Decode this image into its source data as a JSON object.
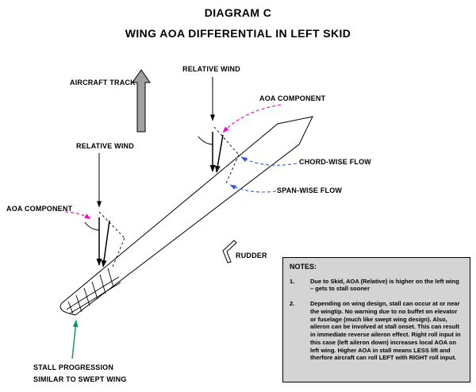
{
  "title": {
    "line1": "DIAGRAM C",
    "line2": "WING AOA DIFFERENTIAL IN LEFT SKID"
  },
  "labels": {
    "aircraft_track": "AIRCRAFT TRACK",
    "relative_wind_top": "RELATIVE WIND",
    "relative_wind_left": "RELATIVE WIND",
    "aoa_component_right": "AOA COMPONENT",
    "aoa_component_left": "AOA COMPONENT",
    "chord_wise_flow": "CHORD-WISE FLOW",
    "span_wise_flow": "SPAN-WISE FLOW",
    "rudder": "RUDDER",
    "stall_progression_line1": "STALL PROGRESSION",
    "stall_progression_line2": "SIMILAR TO SWEPT WING"
  },
  "notes": {
    "heading": "NOTES:",
    "items": [
      {
        "number": "1.",
        "text": "Due to Skid, AOA (Relative) is higher on the left wing – gets to stall sooner"
      },
      {
        "number": "2.",
        "text": "Depending on wing design, stall can occur at or near the wingtip.  No warning due to no buffet on elevator or fuselage (much like swept wing design).  Also, aileron can be involved at stall onset.  This can result in immediate reverse aileron effect.  Right roll input in this case (left aileron down) increases local AOA on left wing. Higher AOA in stall means LESS lift and therfore aircraft can roll LEFT with RIGHT roll input."
      }
    ]
  },
  "colors": {
    "ink": "#000000",
    "aoa_arrow": "#ff00cc",
    "flow_arrow": "#3355ee",
    "stall_arrow": "#009955",
    "track_arrow_fill": "#a0a0a0",
    "notes_bg": "#d4d4d4"
  }
}
